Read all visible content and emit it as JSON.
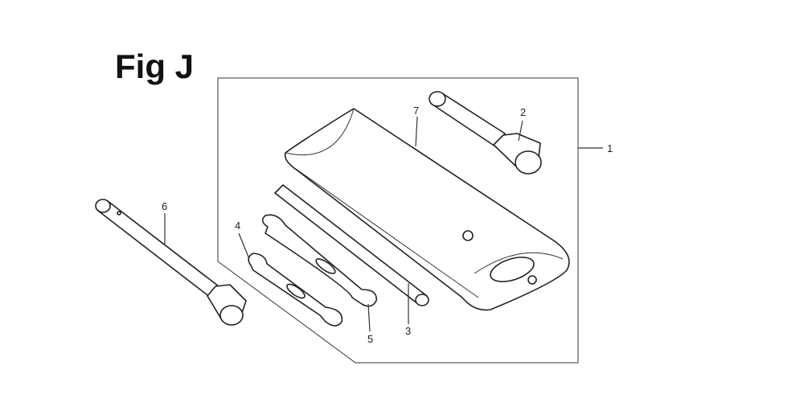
{
  "figure": {
    "title": "Fig J",
    "callouts": [
      "1",
      "2",
      "3",
      "4",
      "5",
      "6",
      "7"
    ]
  }
}
